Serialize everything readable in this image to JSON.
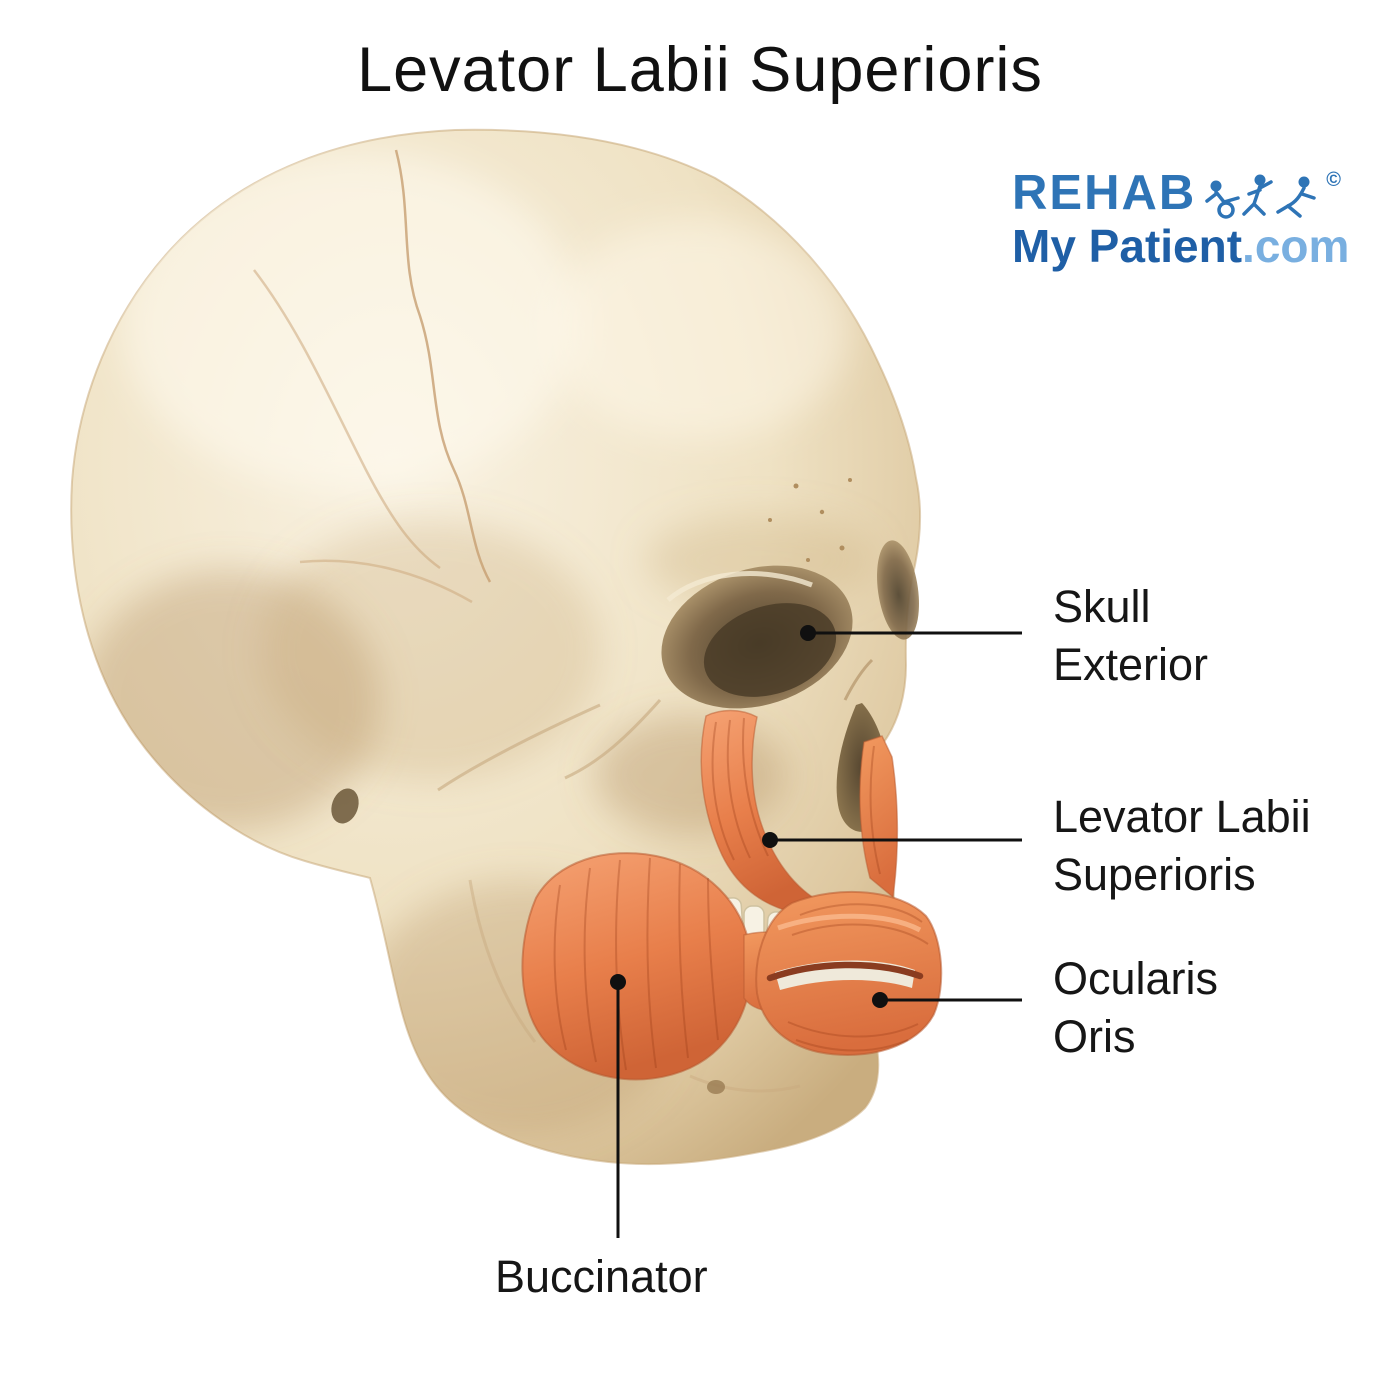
{
  "title": "Levator Labii Superioris",
  "logo": {
    "rehab": "REHAB",
    "my_patient": "My Patient",
    "com": ".com",
    "copyright": "©"
  },
  "annotations": {
    "skull_exterior": {
      "line1": "Skull",
      "line2": "Exterior"
    },
    "levator": {
      "line1": "Levator Labii",
      "line2": "Superioris"
    },
    "ocularis": {
      "line1": "Ocularis",
      "line2": "Oris"
    },
    "buccinator": {
      "line1": "Buccinator"
    }
  },
  "colors": {
    "background": "#ffffff",
    "text": "#161616",
    "bone_light": "#f9f2e2",
    "bone_mid": "#efe2c4",
    "bone_shadow": "#c9ad7f",
    "muscle_orange": "#e87f4b",
    "muscle_dark": "#cf6436",
    "leader_line": "#101010",
    "logo_blue": "#2e74b6",
    "logo_dark_blue": "#1f5fa6",
    "logo_light_blue": "#79afe0"
  }
}
